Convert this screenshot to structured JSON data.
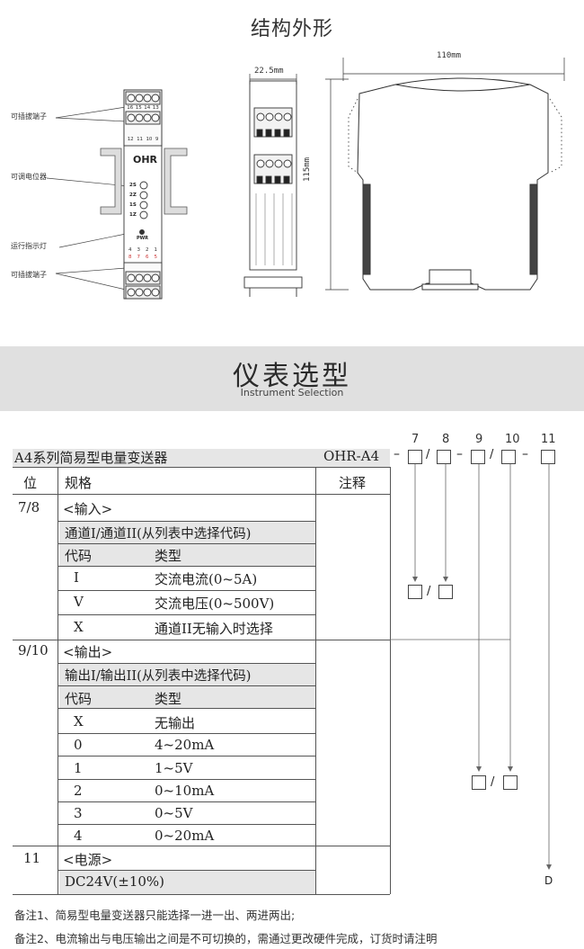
{
  "section1": {
    "title": "结构外形"
  },
  "front_view": {
    "label_pluggable_top": "可插拔端子",
    "label_potentiometer": "可调电位器",
    "label_led": "运行指示灯",
    "label_pluggable_bottom": "可插拔端子",
    "brand": "OHR",
    "terminal_row1": [
      "16",
      "15",
      "14",
      "13"
    ],
    "terminal_row2": [
      "12",
      "11",
      "10",
      "9"
    ],
    "terminal_row3": [
      "4",
      "3",
      "2",
      "1"
    ],
    "terminal_row4": [
      "8",
      "7",
      "6",
      "5"
    ],
    "pot_labels": [
      "2S",
      "2Z",
      "1S",
      "1Z"
    ],
    "pwr": "PWR"
  },
  "dimensions": {
    "width_side": "22.5mm",
    "width": "110mm",
    "height": "115mm"
  },
  "section2": {
    "title": "仪表选型",
    "subtitle": "Instrument Selection"
  },
  "selection": {
    "series_title": "A4系列简易型电量变送器",
    "model_prefix": "OHR-A4",
    "col_numbers": [
      "7",
      "8",
      "9",
      "10",
      "11"
    ],
    "header": {
      "pos": "位",
      "spec": "规格",
      "note": "注释"
    },
    "input": {
      "pos": "7/8",
      "title": "<输入>",
      "desc": "通道I/通道II(从列表中选择代码)",
      "code_header": "代码",
      "type_header": "类型",
      "rows": [
        {
          "code": "I",
          "type": "交流电流(0~5A)"
        },
        {
          "code": "V",
          "type": "交流电压(0~500V)"
        },
        {
          "code": "X",
          "type": "通道II无输入时选择"
        }
      ]
    },
    "output": {
      "pos": "9/10",
      "title": "<输出>",
      "desc": "输出I/输出II(从列表中选择代码)",
      "code_header": "代码",
      "type_header": "类型",
      "rows": [
        {
          "code": "X",
          "type": "无输出"
        },
        {
          "code": "0",
          "type": "4~20mA"
        },
        {
          "code": "1",
          "type": "1~5V"
        },
        {
          "code": "2",
          "type": "0~10mA"
        },
        {
          "code": "3",
          "type": "0~5V"
        },
        {
          "code": "4",
          "type": "0~20mA"
        }
      ]
    },
    "power": {
      "pos": "11",
      "title": "<电源>",
      "value": "DC24V(±10%)"
    },
    "power_code": "D",
    "slash": "/",
    "dash": "–"
  },
  "notes": [
    "备注1、简易型电量变送器只能选择一进一出、两进两出;",
    "备注2、电流输出与电压输出之间是不可切换的，需通过更改硬件完成，订货时请注明"
  ]
}
